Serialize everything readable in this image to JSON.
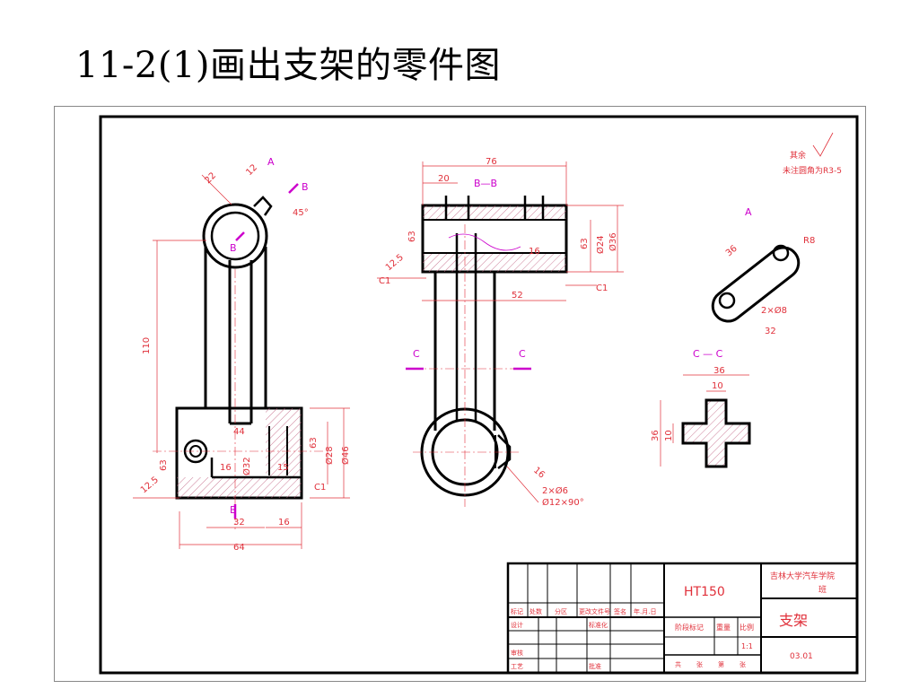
{
  "title": "11-2(1)画出支架的零件图",
  "colors": {
    "outline": "#000000",
    "dimension": "#e0303a",
    "annotation": "#cc00cc",
    "hatch": "#c06080"
  },
  "notes": {
    "surface_rest": "其余",
    "fillet_note": "未注圆角为R3-5"
  },
  "views": {
    "front": {
      "section_marks": [
        "A",
        "B",
        "B"
      ],
      "dims": [
        "22",
        "12",
        "45°",
        "110",
        "44",
        "64",
        "32",
        "16",
        "16",
        "15",
        "63",
        "Ø32",
        "Ø28",
        "Ø46",
        "C1",
        "12.5",
        "63"
      ]
    },
    "side": {
      "section_label": "B—B",
      "cut_marks": [
        "C",
        "C"
      ],
      "dims": [
        "76",
        "20",
        "63",
        "16",
        "Ø24",
        "Ø36",
        "63",
        "52",
        "C1",
        "12.5",
        "C1",
        "16",
        "2×Ø6",
        "Ø12×90°"
      ]
    },
    "view_a": {
      "label": "A",
      "dims": [
        "36",
        "R8",
        "2×Ø8",
        "32"
      ]
    },
    "section_cc": {
      "label": "C — C",
      "dims": [
        "36",
        "10",
        "10",
        "36"
      ]
    }
  },
  "title_block": {
    "material": "HT150",
    "school": "吉林大学汽车学院",
    "class_suffix": "班",
    "part_name": "支架",
    "scale_label": "比例",
    "scale_value": "1:1",
    "weight_label": "重量",
    "stage_label": "阶段标记",
    "drawing_no": "03.01",
    "row_labels": [
      "标记",
      "处数",
      "分区",
      "更改文件号",
      "签名",
      "年.月.日"
    ],
    "design": "设计",
    "standardize": "标准化",
    "review": "审核",
    "process": "工艺",
    "approve": "批准",
    "sheets": [
      "共",
      "张",
      "第",
      "张"
    ]
  }
}
